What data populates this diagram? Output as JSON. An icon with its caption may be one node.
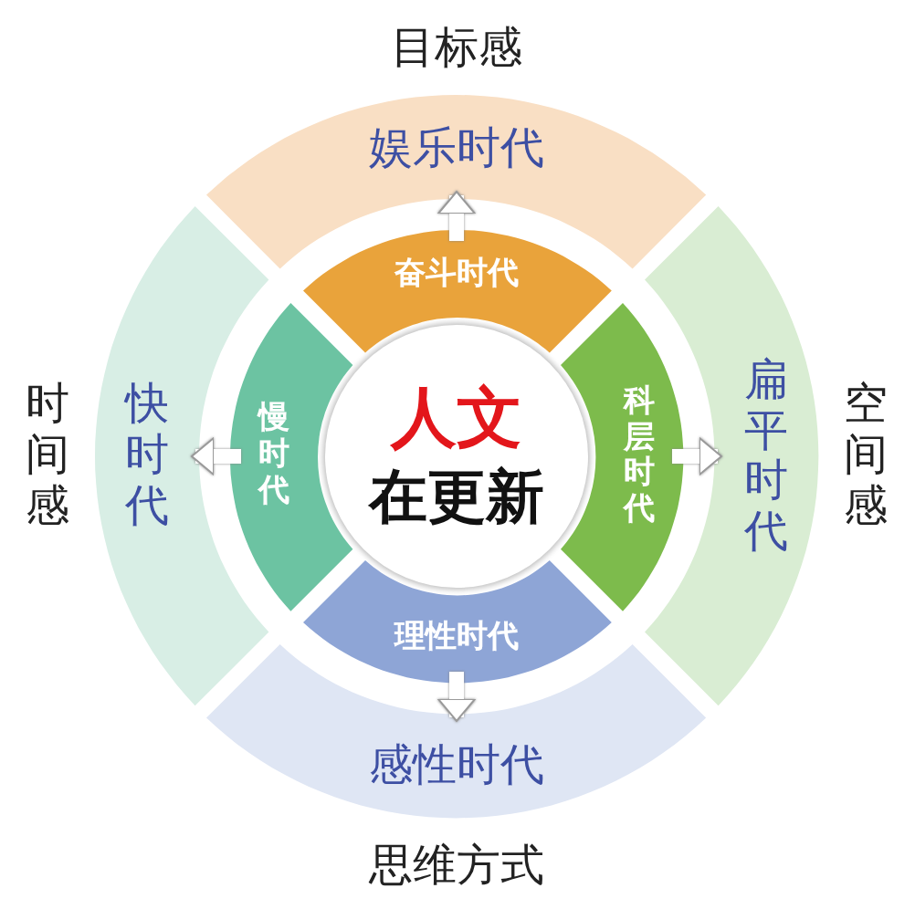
{
  "diagram": {
    "nodes": [
      {
        "text": [
          "人文",
          "在更新"
        ]
      },
      {
        "text": [
          "奋斗时代"
        ]
      },
      {
        "text": [
          "科层时代"
        ]
      },
      {
        "text": [
          "理性时代"
        ]
      },
      {
        "text": [
          "慢时代"
        ]
      },
      {
        "text": [
          "娱乐时代"
        ],
        "beside": [
          "目标感"
        ]
      },
      {
        "text": [
          "扁平时代"
        ],
        "beside": [
          "空间感"
        ]
      },
      {
        "text": [
          "感性时代"
        ],
        "beside": [
          "思维方式"
        ]
      },
      {
        "text": [
          "快时代"
        ],
        "beside": [
          "时间感"
        ]
      }
    ],
    "edges": [
      {
        "from": 1,
        "to": 5,
        "arrow": "to"
      },
      {
        "from": 2,
        "to": 6,
        "arrow": "to"
      },
      {
        "from": 3,
        "to": 7,
        "arrow": "to"
      },
      {
        "from": 4,
        "to": 8,
        "arrow": "to"
      }
    ]
  }
}
